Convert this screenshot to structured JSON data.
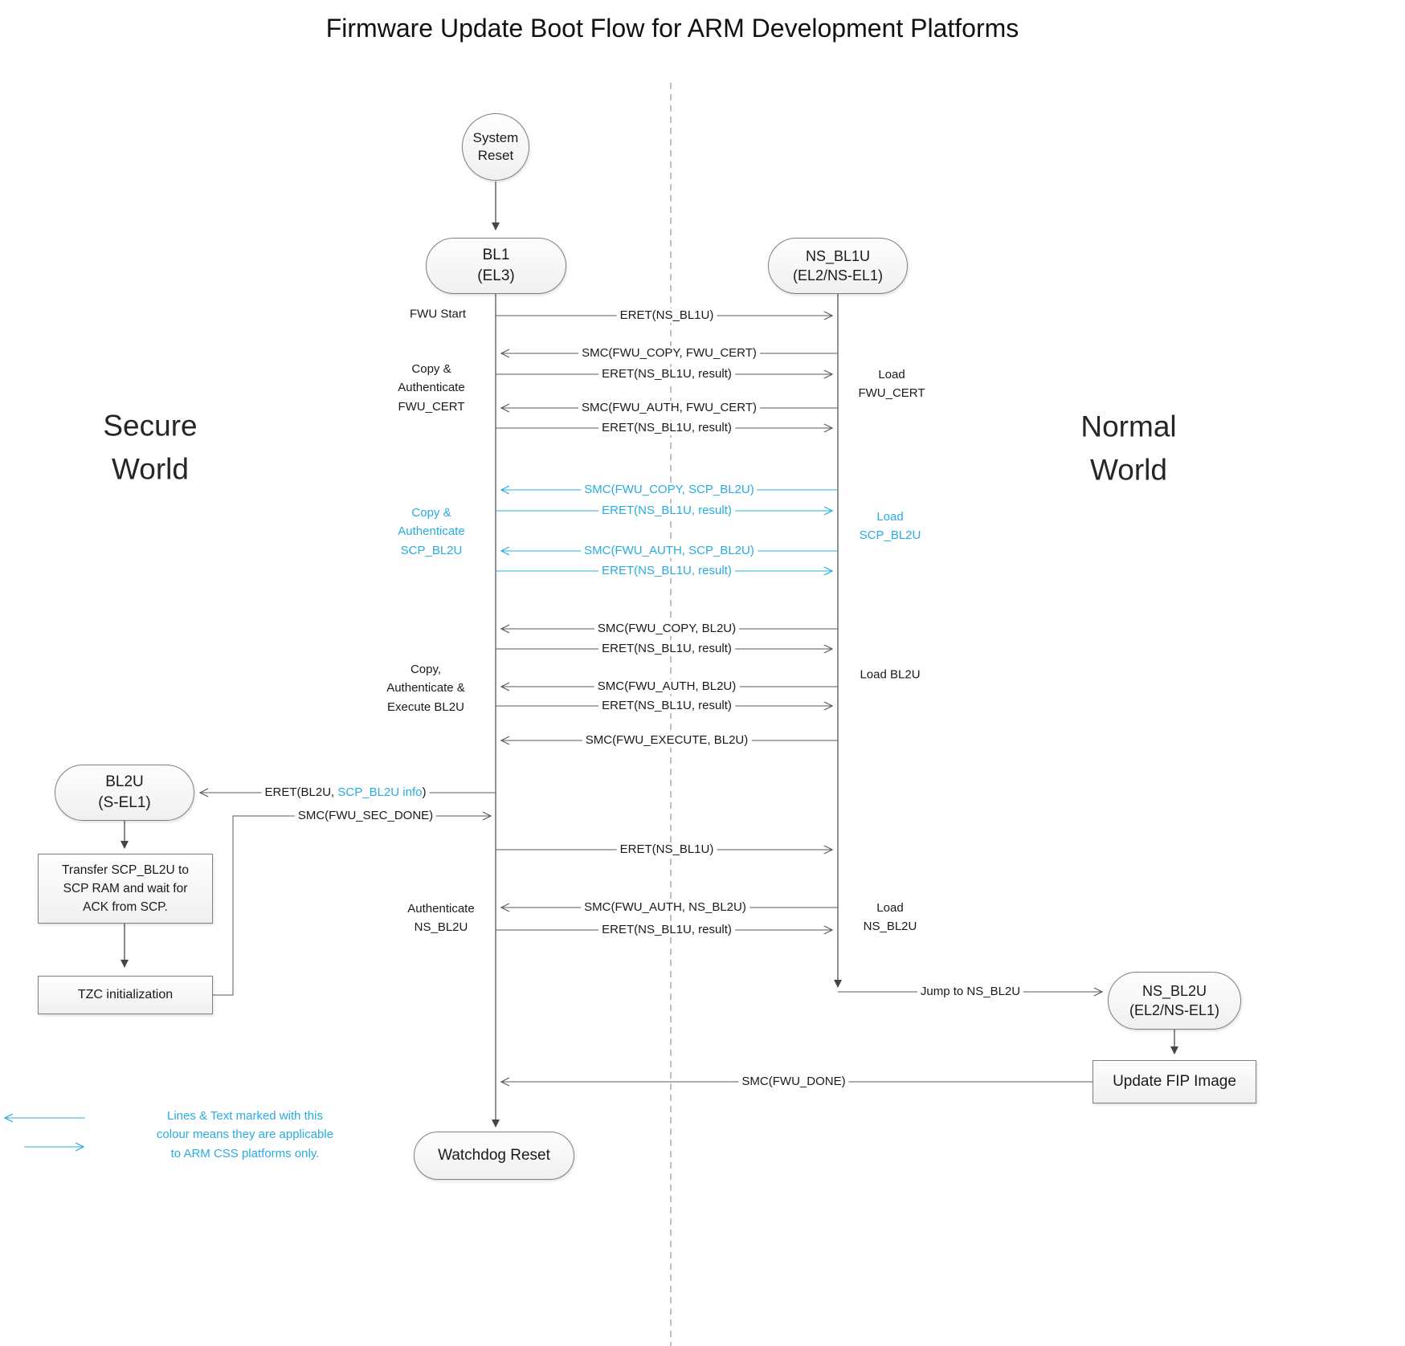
{
  "title": "Firmware Update Boot Flow for ARM Development Platforms",
  "secure_world": "Secure\nWorld",
  "normal_world": "Normal\nWorld",
  "nodes": {
    "system_reset": "System\nReset",
    "bl1": "BL1\n(EL3)",
    "ns_bl1u": "NS_BL1U\n(EL2/NS-EL1)",
    "bl2u": "BL2U\n(S-EL1)",
    "transfer_scp": "Transfer SCP_BL2U to\nSCP RAM and wait for\nACK from SCP.",
    "tzc_init": "TZC initialization",
    "ns_bl2u": "NS_BL2U\n(EL2/NS-EL1)",
    "update_fip": "Update FIP Image",
    "watchdog_reset": "Watchdog Reset"
  },
  "side_labels": {
    "fwu_start": "FWU Start",
    "copy_auth_fwu_cert": "Copy &\nAuthenticate\nFWU_CERT",
    "load_fwu_cert": "Load\nFWU_CERT",
    "copy_auth_scp_bl2u": "Copy &\nAuthenticate\nSCP_BL2U",
    "load_scp_bl2u": "Load\nSCP_BL2U",
    "copy_auth_exec_bl2u": "Copy,\nAuthenticate &\nExecute BL2U",
    "load_bl2u": "Load BL2U",
    "authenticate_ns_bl2u": "Authenticate\nNS_BL2U",
    "load_ns_bl2u": "Load\nNS_BL2U"
  },
  "messages": {
    "eret_ns_bl1u": "ERET(NS_BL1U)",
    "eret_result": "ERET(NS_BL1U, result)",
    "smc_copy_fwu_cert": "SMC(FWU_COPY, FWU_CERT)",
    "smc_auth_fwu_cert": "SMC(FWU_AUTH, FWU_CERT)",
    "smc_copy_scp_bl2u": "SMC(FWU_COPY, SCP_BL2U)",
    "smc_auth_scp_bl2u": "SMC(FWU_AUTH, SCP_BL2U)",
    "smc_copy_bl2u": "SMC(FWU_COPY, BL2U)",
    "smc_auth_bl2u": "SMC(FWU_AUTH, BL2U)",
    "smc_execute_bl2u": "SMC(FWU_EXECUTE, BL2U)",
    "eret_bl2u_prefix": "ERET(BL2U, ",
    "eret_bl2u_scp_info": "SCP_BL2U info",
    "eret_bl2u_suffix": ")",
    "smc_fwu_sec_done": "SMC(FWU_SEC_DONE)",
    "smc_auth_ns_bl2u": "SMC(FWU_AUTH, NS_BL2U)",
    "jump_to_ns_bl2u": "Jump to NS_BL2U",
    "smc_fwu_done": "SMC(FWU_DONE)"
  },
  "legend": {
    "text": "Lines & Text marked with this\ncolour means they are applicable\nto ARM CSS platforms only."
  },
  "colors": {
    "accent_blue": "#29ABE2",
    "line_gray": "#595959",
    "divider_gray": "#a6a6a6"
  }
}
